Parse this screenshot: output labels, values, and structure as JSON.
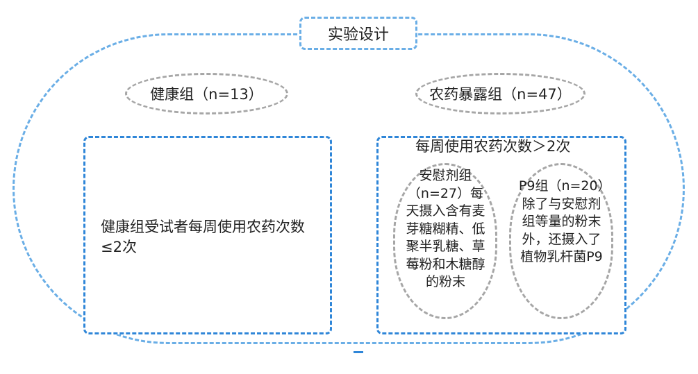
{
  "title": "实验设计",
  "healthy_group": {
    "label": "健康组（n=13）",
    "description": "健康组受试者每周使用农药次数≤2次"
  },
  "pesticide_group": {
    "label": "农药暴露组（n=47）",
    "criterion": "每周使用农药次数＞2次",
    "placebo": {
      "text": "安慰剂组（n=27）每天摄入含有麦芽糖糊精、低聚半乳糖、草莓粉和木糖醇的粉末"
    },
    "p9": {
      "text": "P9组（n=20）除了与安慰剂组等量的粉末外，还摄入了植物乳杆菌P9"
    }
  }
}
